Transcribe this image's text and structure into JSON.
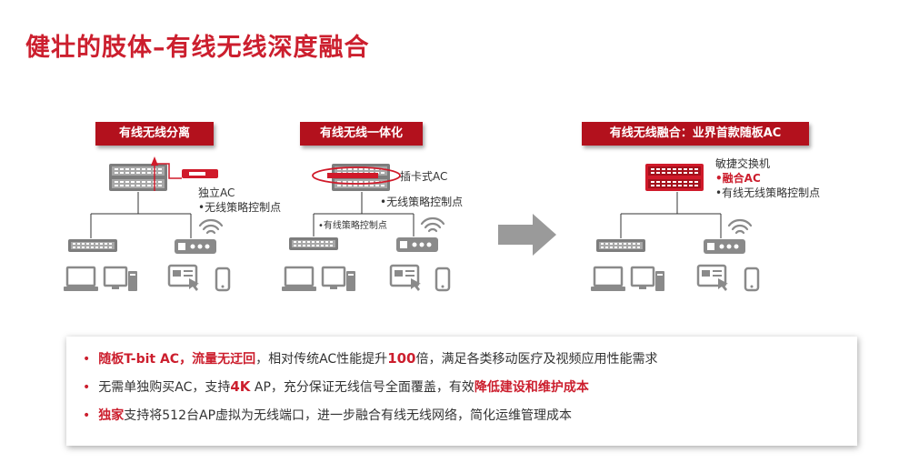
{
  "slide": {
    "title": "健壮的肢体–有线无线深度融合"
  },
  "panels": {
    "separate": {
      "banner": "有线无线分离",
      "ac_label": "独立AC",
      "policy_label": "•无线策略控制点"
    },
    "integrated": {
      "banner": "有线无线一体化",
      "card_label": "插卡式AC",
      "policy_label": "•无线策略控制点",
      "wired_policy_label": "•有线策略控制点"
    },
    "converged": {
      "banner": "有线无线融合：业界首款随板AC",
      "switch_label": "敏捷交换机",
      "ac_label": "•融合AC",
      "policy_label": "•有线无线策略控制点"
    }
  },
  "colors": {
    "accent": "#cc1f2e",
    "banner": "#b3111d",
    "device_gray": "#8a8a8a",
    "arrow_gray": "#9a9a9a"
  },
  "icons": [
    "switch-icon",
    "access-point-icon",
    "laptop-icon",
    "desktop-icon",
    "card-terminal-icon",
    "phone-icon",
    "wifi-icon",
    "flow-arrow-icon"
  ],
  "bullets": [
    {
      "parts": [
        {
          "text": "随板T-bit AC，流量无迂回",
          "style": "red"
        },
        {
          "text": "，相对传统AC性能提升"
        },
        {
          "text": "100",
          "style": "num"
        },
        {
          "text": "倍，满足各类移动医疗及视频应用性能需求"
        }
      ]
    },
    {
      "parts": [
        {
          "text": "无需单独购买AC，支持"
        },
        {
          "text": "4K",
          "style": "num"
        },
        {
          "text": " AP，充分保证无线信号全面覆盖，有效"
        },
        {
          "text": "降低建设和维护成本",
          "style": "red"
        }
      ]
    },
    {
      "parts": [
        {
          "text": "独家",
          "style": "red"
        },
        {
          "text": "支持将512台AP虚拟为无线端口，进一步融合有线无线网络，简化运维管理成本"
        }
      ]
    }
  ]
}
